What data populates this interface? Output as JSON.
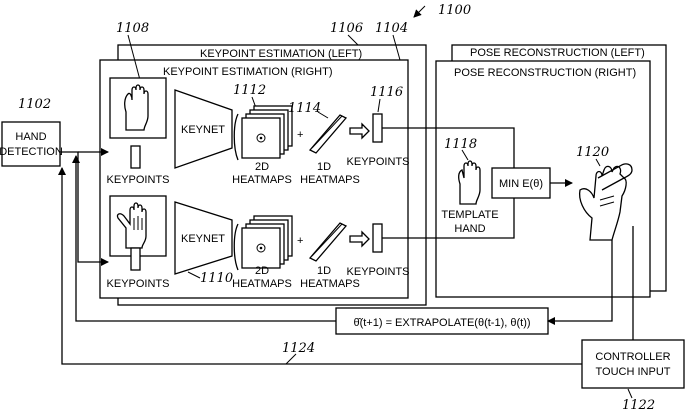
{
  "figure": {
    "number": "1100",
    "hand_detection": {
      "ref": "1102",
      "label_line1": "HAND",
      "label_line2": "DETECTION"
    },
    "keypoint_left": {
      "ref": "1106",
      "title": "KEYPOINT ESTIMATION (LEFT)"
    },
    "keypoint_right": {
      "ref": "1104",
      "title": "KEYPOINT ESTIMATION (RIGHT)"
    },
    "pose_left": {
      "title": "POSE RECONSTRUCTION (LEFT)"
    },
    "pose_right": {
      "title": "POSE RECONSTRUCTION (RIGHT)"
    },
    "input_image_ref": "1108",
    "keynet_ref": "1110",
    "heatmaps2d_ref": "1112",
    "heatmaps1d_ref": "1114",
    "keypoints_out_ref": "1116",
    "template_ref": "1118",
    "output_hand_ref": "1120",
    "controller_ref": "1122",
    "feedback_ref": "1124",
    "keynet_label": "KEYNET",
    "keypoints_label": "KEYPOINTS",
    "heatmaps2d_line1": "2D",
    "heatmaps2d_line2": "HEATMAPS",
    "heatmaps1d_line1": "1D",
    "heatmaps1d_line2": "HEATMAPS",
    "template_line1": "TEMPLATE",
    "template_line2": "HAND",
    "min_energy": "MIN E(θ)",
    "extrapolate": "θ̂(t+1) = EXTRAPOLATE(θ(t-1), θ(t))",
    "controller_line1": "CONTROLLER",
    "controller_line2": "TOUCH INPUT"
  }
}
